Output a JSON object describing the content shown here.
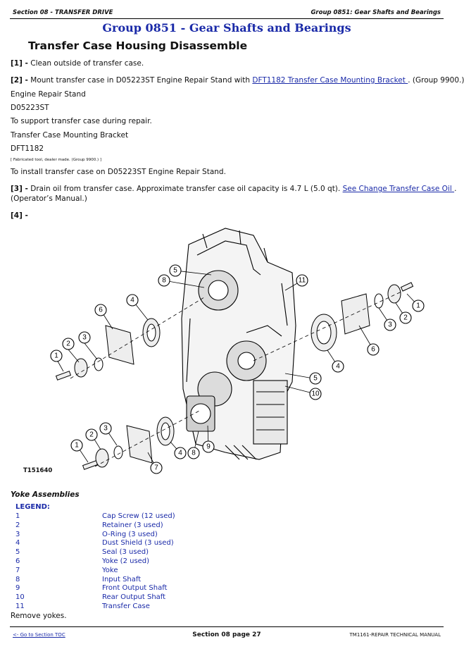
{
  "header": {
    "left": "Section 08 - TRANSFER DRIVE",
    "right": "Group 0851: Gear Shafts and Bearings"
  },
  "group_title": "Group 0851 - Gear Shafts and Bearings",
  "page_title": "Transfer Case Housing Disassemble",
  "steps": {
    "s1_num": "[1] -",
    "s1_text": " Clean outside of transfer case.",
    "s2_num": "[2] -",
    "s2_text": " Mount transfer case in D05223ST Engine Repair Stand with ",
    "s2_link": "DFT1182 Transfer Case Mounting Bracket ",
    "s2_after": ". (Group 9900.)",
    "stand_name": "Engine Repair Stand",
    "stand_code": "D05223ST",
    "stand_use": "To support transfer case during repair.",
    "bracket_name": "Transfer Case Mounting Bracket",
    "bracket_code": "DFT1182",
    "bracket_note": "[ Fabricated tool, dealer made. (Group 9900.) ]",
    "bracket_use": "To install transfer case on D05223ST Engine Repair Stand.",
    "s3_num": "[3] -",
    "s3_text": " Drain oil from transfer case. Approximate transfer case oil capacity is 4.7 L (5.0 qt). ",
    "s3_link": "See Change Transfer Case Oil ",
    "s3_after": ".",
    "s3_line2": "(Operator’s Manual.)",
    "s4_num": "[4] -"
  },
  "figure": {
    "id": "T151640",
    "callouts": [
      "1",
      "2",
      "3",
      "4",
      "5",
      "6",
      "7",
      "8",
      "9",
      "10",
      "11"
    ]
  },
  "legend": {
    "subtitle": "Yoke Assemblies",
    "heading": "LEGEND:",
    "items": [
      {
        "n": "1",
        "d": "Cap Screw (12 used)"
      },
      {
        "n": "2",
        "d": "Retainer (3 used)"
      },
      {
        "n": "3",
        "d": "O-Ring (3 used)"
      },
      {
        "n": "4",
        "d": "Dust Shield (3 used)"
      },
      {
        "n": "5",
        "d": "Seal (3 used)"
      },
      {
        "n": "6",
        "d": "Yoke (2 used)"
      },
      {
        "n": "7",
        "d": "Yoke"
      },
      {
        "n": "8",
        "d": "Input Shaft"
      },
      {
        "n": "9",
        "d": "Front Output Shaft"
      },
      {
        "n": "10",
        "d": "Rear Output Shaft"
      },
      {
        "n": "11",
        "d": "Transfer Case"
      }
    ]
  },
  "remove_text": "Remove yokes.",
  "footer": {
    "toc_link": "<- Go to Section TOC",
    "page": "Section 08 page 27",
    "manual": "TM1161-REPAIR TECHNICAL MANUAL"
  }
}
